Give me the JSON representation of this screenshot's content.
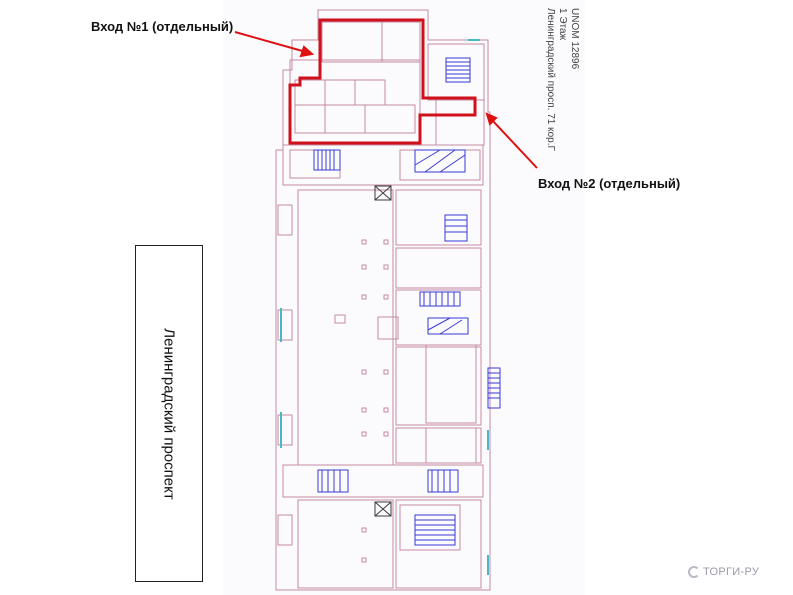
{
  "entrances": {
    "entrance1": "Вход №1 (отдельный)",
    "entrance2": "Вход №2 (отдельный)"
  },
  "plan_header": {
    "line1": "UNOM 12896",
    "line2": "1 Этаж",
    "line3": "Ленинградский просп. 71 кор.Г"
  },
  "street_label": "Ленинградский проспект",
  "watermark": "ТОРГИ-РУ",
  "colors": {
    "highlight": "#d0101a",
    "arrow": "#e01010",
    "wall": "#c48aa3",
    "stair": "#3a3ad6",
    "window": "#4ab8c4"
  }
}
